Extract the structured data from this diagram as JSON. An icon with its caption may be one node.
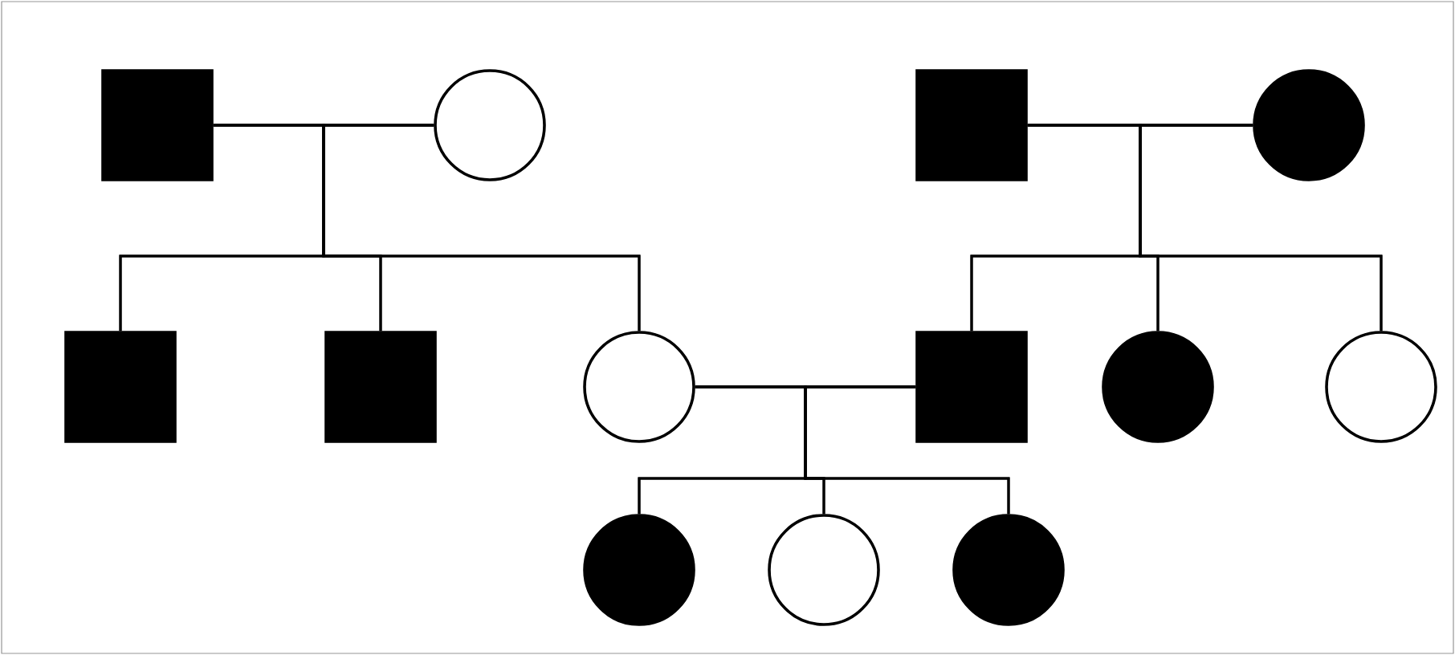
{
  "diagram": {
    "nodes": [
      {
        "text": [],
        "shape": "box"
      },
      {
        "text": [],
        "shape": "circle"
      },
      {
        "text": [],
        "shape": "box"
      },
      {
        "text": [],
        "shape": "circle"
      },
      {
        "text": [],
        "shape": "box"
      },
      {
        "text": [],
        "shape": "box"
      },
      {
        "text": [],
        "shape": "circle"
      },
      {
        "text": [],
        "shape": "box"
      },
      {
        "text": [],
        "shape": "circle"
      },
      {
        "text": [],
        "shape": "circle"
      },
      {
        "text": [],
        "shape": "circle"
      },
      {
        "text": [],
        "shape": "circle"
      },
      {
        "text": [],
        "shape": "circle"
      }
    ],
    "edges": [
      {
        "from": 0,
        "to": 1,
        "arrow": "none"
      },
      {
        "from": 2,
        "to": 3,
        "arrow": "none"
      },
      {
        "from": 6,
        "to": 7,
        "arrow": "none"
      },
      {
        "from": 0,
        "to": 4,
        "arrow": "none"
      },
      {
        "from": 1,
        "to": 4,
        "arrow": "none"
      },
      {
        "from": 0,
        "to": 5,
        "arrow": "none"
      },
      {
        "from": 1,
        "to": 5,
        "arrow": "none"
      },
      {
        "from": 0,
        "to": 6,
        "arrow": "none"
      },
      {
        "from": 1,
        "to": 6,
        "arrow": "none"
      },
      {
        "from": 2,
        "to": 7,
        "arrow": "none"
      },
      {
        "from": 3,
        "to": 7,
        "arrow": "none"
      },
      {
        "from": 2,
        "to": 8,
        "arrow": "none"
      },
      {
        "from": 3,
        "to": 8,
        "arrow": "none"
      },
      {
        "from": 2,
        "to": 9,
        "arrow": "none"
      },
      {
        "from": 3,
        "to": 9,
        "arrow": "none"
      },
      {
        "from": 6,
        "to": 10,
        "arrow": "none"
      },
      {
        "from": 7,
        "to": 10,
        "arrow": "none"
      },
      {
        "from": 6,
        "to": 11,
        "arrow": "none"
      },
      {
        "from": 7,
        "to": 11,
        "arrow": "none"
      },
      {
        "from": 6,
        "to": 12,
        "arrow": "none"
      },
      {
        "from": 7,
        "to": 12,
        "arrow": "none"
      }
    ]
  }
}
